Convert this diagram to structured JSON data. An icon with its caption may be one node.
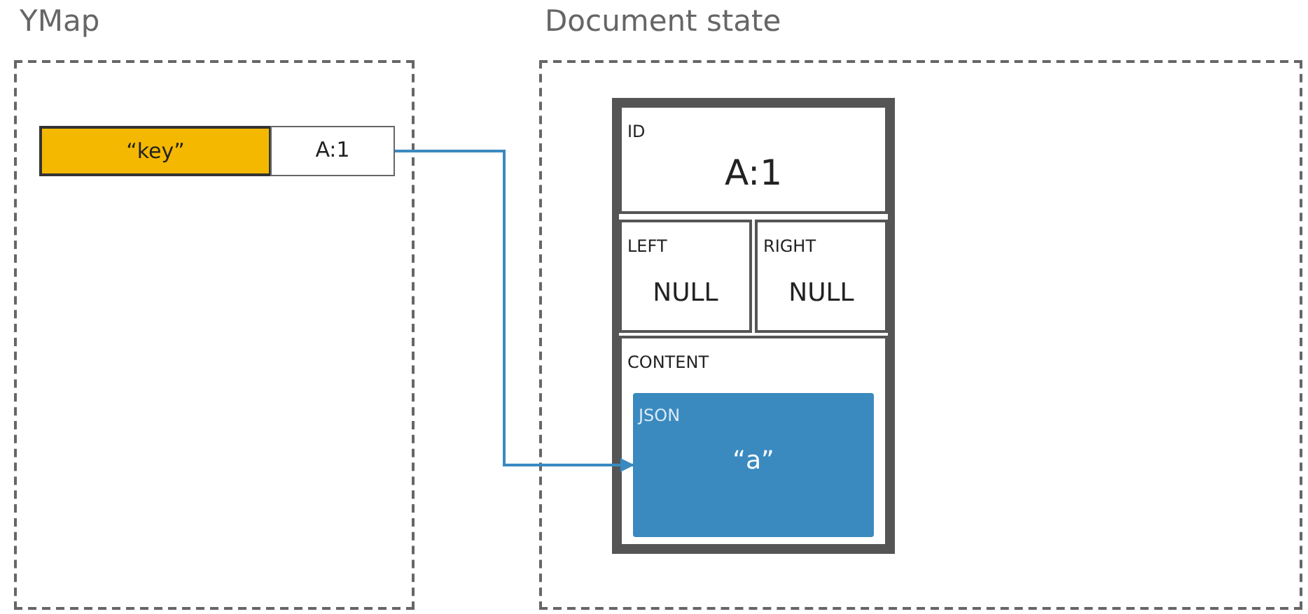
{
  "diagram": {
    "nodes": [
      {
        "text": [
          "YMap"
        ]
      },
      {
        "text": [
          "“key”"
        ],
        "in": 0
      },
      {
        "text": [
          "A:1"
        ],
        "in": 0
      },
      {
        "text": [
          "Document state"
        ]
      },
      {
        "text": [],
        "shape": "box",
        "in": 3
      },
      {
        "text": [
          "ID",
          "A:1"
        ],
        "in": 4
      },
      {
        "text": [
          "LEFT",
          "NULL"
        ],
        "in": 4
      },
      {
        "text": [
          "RIGHT",
          "NULL"
        ],
        "in": 4
      },
      {
        "text": [
          "CONTENT"
        ],
        "in": 4
      },
      {
        "text": [
          "JSON",
          "“a”"
        ],
        "in": 8
      }
    ],
    "edges": [
      {
        "from": 2,
        "to": 9,
        "arrow": "to"
      }
    ]
  }
}
